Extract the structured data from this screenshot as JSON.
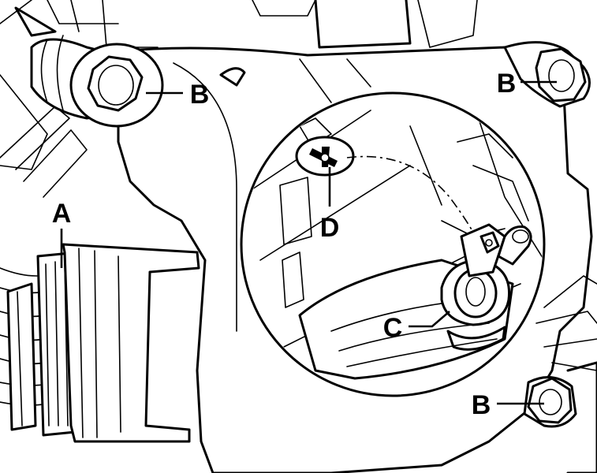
{
  "colors": {
    "ink": "#000000",
    "paper": "#ffffff"
  },
  "callouts": {
    "a": "A",
    "b_left": "B",
    "b_right_top": "B",
    "b_right_bottom": "B",
    "c": "C",
    "d": "D"
  }
}
